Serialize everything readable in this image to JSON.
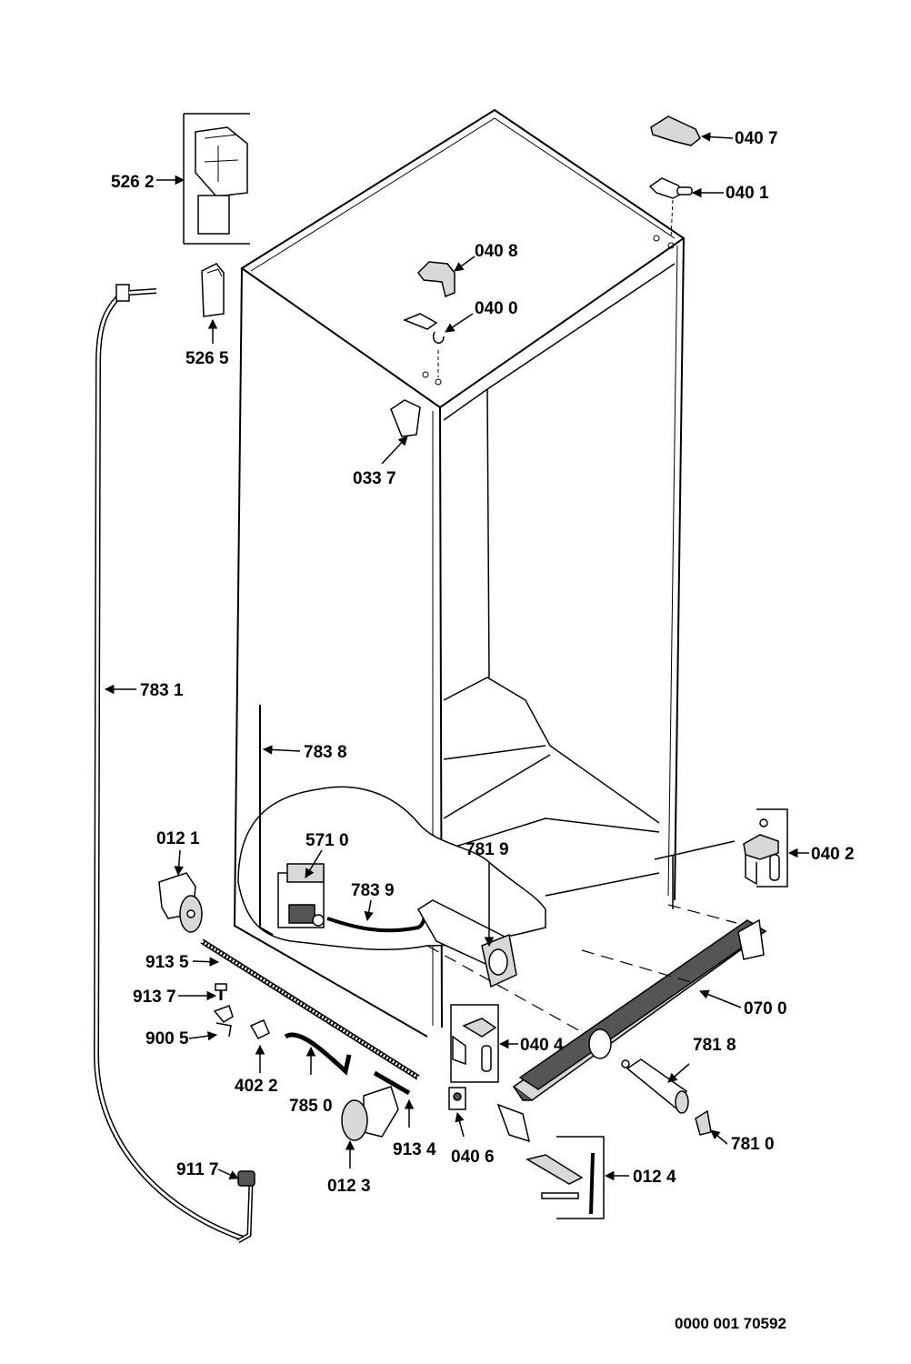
{
  "labels": {
    "p5262": "526 2",
    "p5265": "526 5",
    "p0407": "040 7",
    "p0401": "040 1",
    "p0408": "040 8",
    "p0400": "040 0",
    "p0337": "033 7",
    "p7831": "783 1",
    "p7838": "783 8",
    "p0121": "012 1",
    "p5710": "571 0",
    "p7839": "783 9",
    "p7819": "781 9",
    "p0402": "040 2",
    "p9135": "913 5",
    "p9137": "913 7",
    "p9005": "900 5",
    "p4022": "402 2",
    "p7850": "785 0",
    "p0700": "070 0",
    "p0404": "040 4",
    "p7818": "781 8",
    "p7810": "781 0",
    "p0123": "012 3",
    "p9134": "913 4",
    "p0406": "040 6",
    "p0124": "012 4",
    "p9117": "911 7"
  },
  "reference_number": "0000 001 70592",
  "colors": {
    "ink": "#000000",
    "paper": "#ffffff",
    "shade": "#d8d8d8",
    "dark": "#555555"
  }
}
